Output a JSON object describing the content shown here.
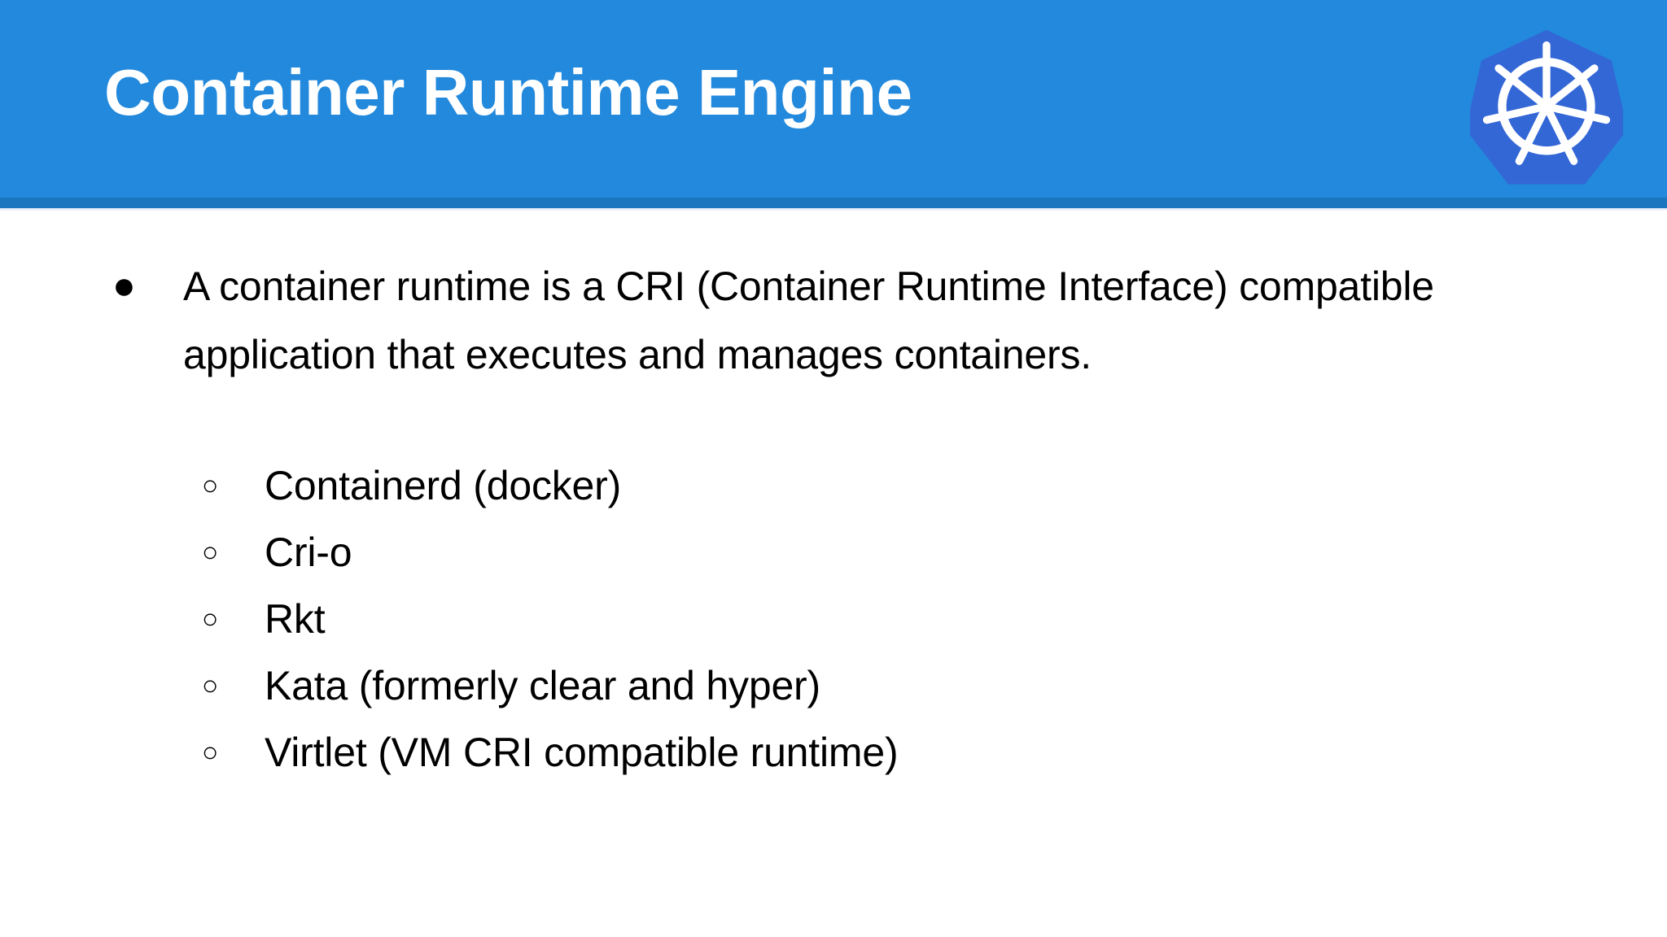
{
  "slide": {
    "title": "Container Runtime Engine",
    "logo_name": "kubernetes-logo"
  },
  "theme": {
    "header_blue": "#2289dc",
    "header_underline_blue": "#1b76bf",
    "logo_heptagon_blue": "#3367d6",
    "logo_wheel_white": "#ffffff",
    "body_background": "#ffffff",
    "body_text": "#000000",
    "title_text": "#ffffff"
  },
  "content": {
    "main_bullets": [
      {
        "marker": "●",
        "text": "A container runtime is a CRI (Container Runtime Interface) compatible application that executes and manages containers."
      }
    ],
    "sub_bullets": [
      {
        "marker": "○",
        "text": "Containerd (docker)"
      },
      {
        "marker": "○",
        "text": "Cri-o"
      },
      {
        "marker": "○",
        "text": "Rkt"
      },
      {
        "marker": "○",
        "text": "Kata (formerly clear and hyper)"
      },
      {
        "marker": "○",
        "text": "Virtlet (VM CRI compatible runtime)"
      }
    ]
  }
}
